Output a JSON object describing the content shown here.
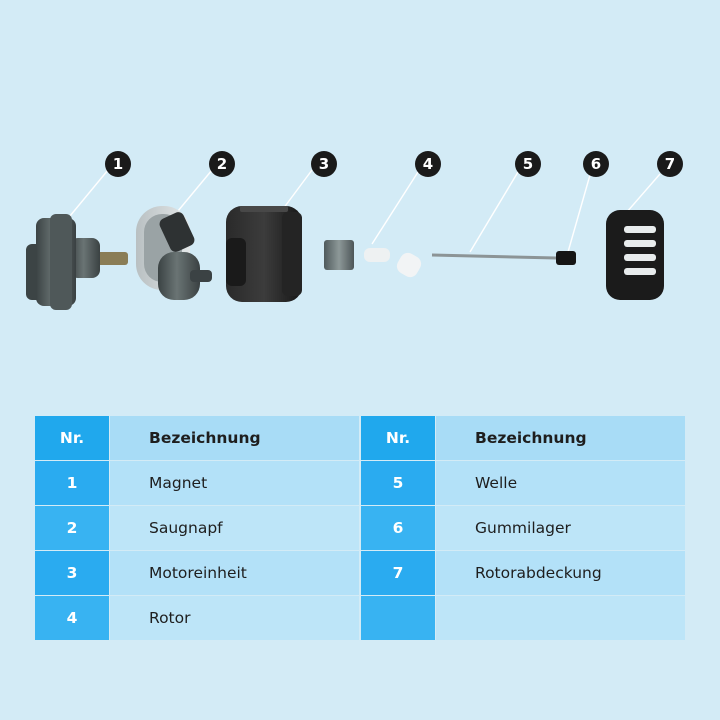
{
  "callouts": [
    "1",
    "2",
    "3",
    "4",
    "5",
    "6",
    "7"
  ],
  "table": {
    "header_nr": "Nr.",
    "header_name": "Bezeichnung",
    "left_rows": [
      {
        "nr": "1",
        "name": "Magnet"
      },
      {
        "nr": "2",
        "name": "Saugnapf"
      },
      {
        "nr": "3",
        "name": "Motoreinheit"
      },
      {
        "nr": "4",
        "name": "Rotor"
      }
    ],
    "right_rows": [
      {
        "nr": "5",
        "name": "Welle"
      },
      {
        "nr": "6",
        "name": "Gummilager"
      },
      {
        "nr": "7",
        "name": "Rotorabdeckung"
      },
      {
        "nr": "",
        "name": ""
      }
    ]
  },
  "colors": {
    "background": "#d3ebf6",
    "badge": "#1a1a1a",
    "nr_column": "#2aabf0",
    "name_column": "#b3e1f8"
  }
}
